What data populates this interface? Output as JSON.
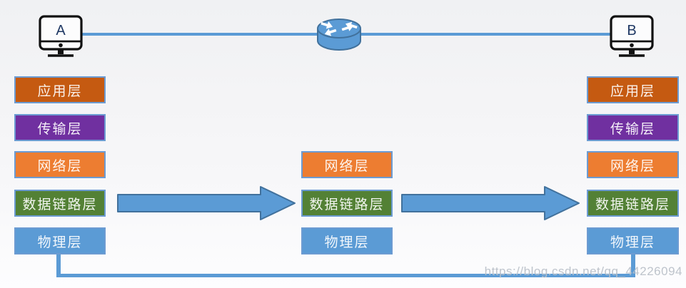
{
  "diagram": {
    "hosts": {
      "a_label": "A",
      "b_label": "B"
    },
    "stacks": {
      "host_a": [
        "应用层",
        "传输层",
        "网络层",
        "数据链路层",
        "物理层"
      ],
      "router": [
        "网络层",
        "数据链路层",
        "物理层"
      ],
      "host_b": [
        "应用层",
        "传输层",
        "网络层",
        "数据链路层",
        "物理层"
      ]
    },
    "colors": {
      "application_layer": "#C55A11",
      "transport_layer": "#7030A0",
      "network_layer": "#ED7D31",
      "data_link_layer": "#538135",
      "physical_layer": "#5B9BD5",
      "box_border": "#6C9BD2",
      "link_line": "#5B9BD5",
      "arrow_fill": "#5B9BD5",
      "arrow_border": "#41719C"
    },
    "watermark": "https://blog.csdn.net/qq_44226094"
  }
}
